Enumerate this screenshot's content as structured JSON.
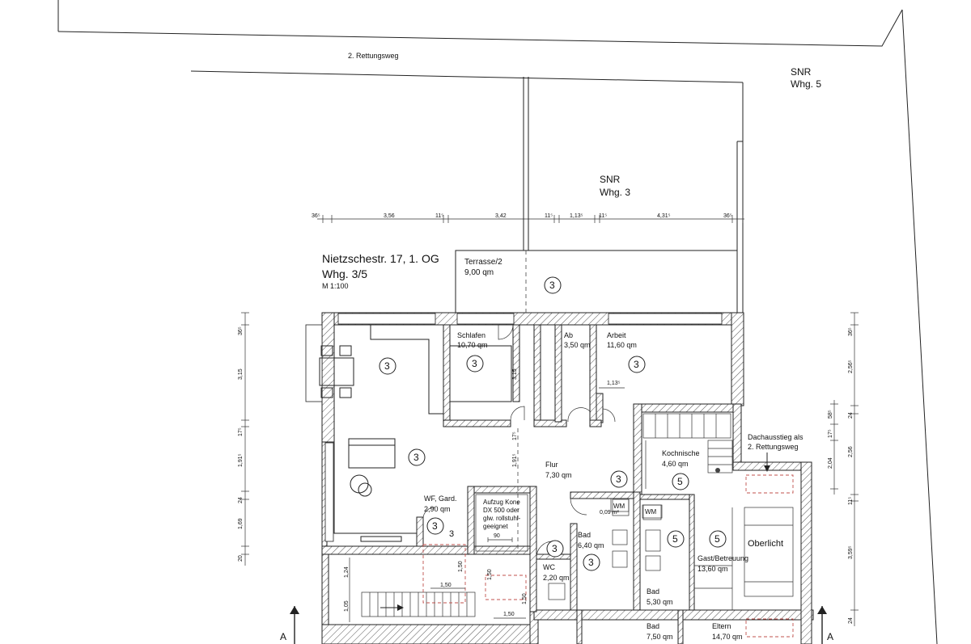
{
  "plan": {
    "title": "Nietzschestr. 17, 1. OG",
    "unit": "Whg. 3/5",
    "scale": "M 1:100"
  },
  "labels": {
    "rettungsweg_top": "2. Rettungsweg",
    "snr5_l1": "SNR",
    "snr5_l2": "Whg. 5",
    "snr3_l1": "SNR",
    "snr3_l2": "Whg. 3",
    "dach_l1": "Dachausstieg als",
    "dach_l2": "2. Rettungsweg",
    "oberlicht": "Oberlicht",
    "section_a": "A"
  },
  "rooms": {
    "terrasse": {
      "name": "Terrasse/2",
      "area": "9,00 qm"
    },
    "schlafen": {
      "name": "Schlafen",
      "area": "10,70 qm"
    },
    "ab": {
      "name": "Ab",
      "area": "3,50 qm"
    },
    "arbeit": {
      "name": "Arbeit",
      "area": "11,60 qm"
    },
    "kochnische": {
      "name": "Kochnische",
      "area": "4,60 qm"
    },
    "flur": {
      "name": "Flur",
      "area": "7,30 qm"
    },
    "wf": {
      "name": "WF, Gard.",
      "area": "2,90 qm"
    },
    "aufzug_l1": "Aufzug Kone",
    "aufzug_l2": "DX 500 oder",
    "aufzug_l3": "glw. rollstuhl-",
    "aufzug_l4": "geeignet",
    "wm1": "WM",
    "wm1_area": "0,09 m²",
    "wm2": "WM",
    "bad1": {
      "name": "Bad",
      "area": "6,40 qm"
    },
    "wc": {
      "name": "WC",
      "area": "2,20 qm"
    },
    "gast": {
      "name": "Gast/Betreuung",
      "area": "13,60 qm"
    },
    "bad2": {
      "name": "Bad",
      "area": "5,30 qm"
    },
    "bad3": {
      "name": "Bad",
      "area": "7,50 qm"
    },
    "eltern": {
      "name": "Eltern",
      "area": "14,70 qm"
    }
  },
  "unit_markers": {
    "m3": "3",
    "m5": "5"
  },
  "dimensions": {
    "top": {
      "d1": "36⁵",
      "d2": "3,56",
      "d3": "11⁵",
      "d4": "3,42",
      "d5": "11⁵",
      "d6": "1,13⁵",
      "d7": "11⁵",
      "d8": "4,31⁵",
      "d9": "36⁵"
    },
    "left": {
      "l1": "36⁵",
      "l2": "3,15",
      "l3": "17⁵",
      "l4": "1,91⁵",
      "l5": "24",
      "l6": "1,69",
      "l7": "20"
    },
    "right": {
      "r1": "36⁵",
      "r2": "2,56⁵",
      "r3": "24",
      "r4": "58⁵",
      "r5": "17⁵",
      "r6": "2,04",
      "r7": "2,56",
      "r8": "11⁵",
      "r9": "3,59⁵",
      "r10": "24"
    },
    "inner": {
      "i1": "3,15",
      "i2": "1,13⁵",
      "i3": "17⁵",
      "i4": "1,91⁵",
      "i5": "90",
      "i6": "1,24",
      "i7": "1,50",
      "i8": "1,50",
      "i9": "1,05",
      "i10": "1,50",
      "i11": "1,50",
      "i12": "1,50"
    }
  }
}
